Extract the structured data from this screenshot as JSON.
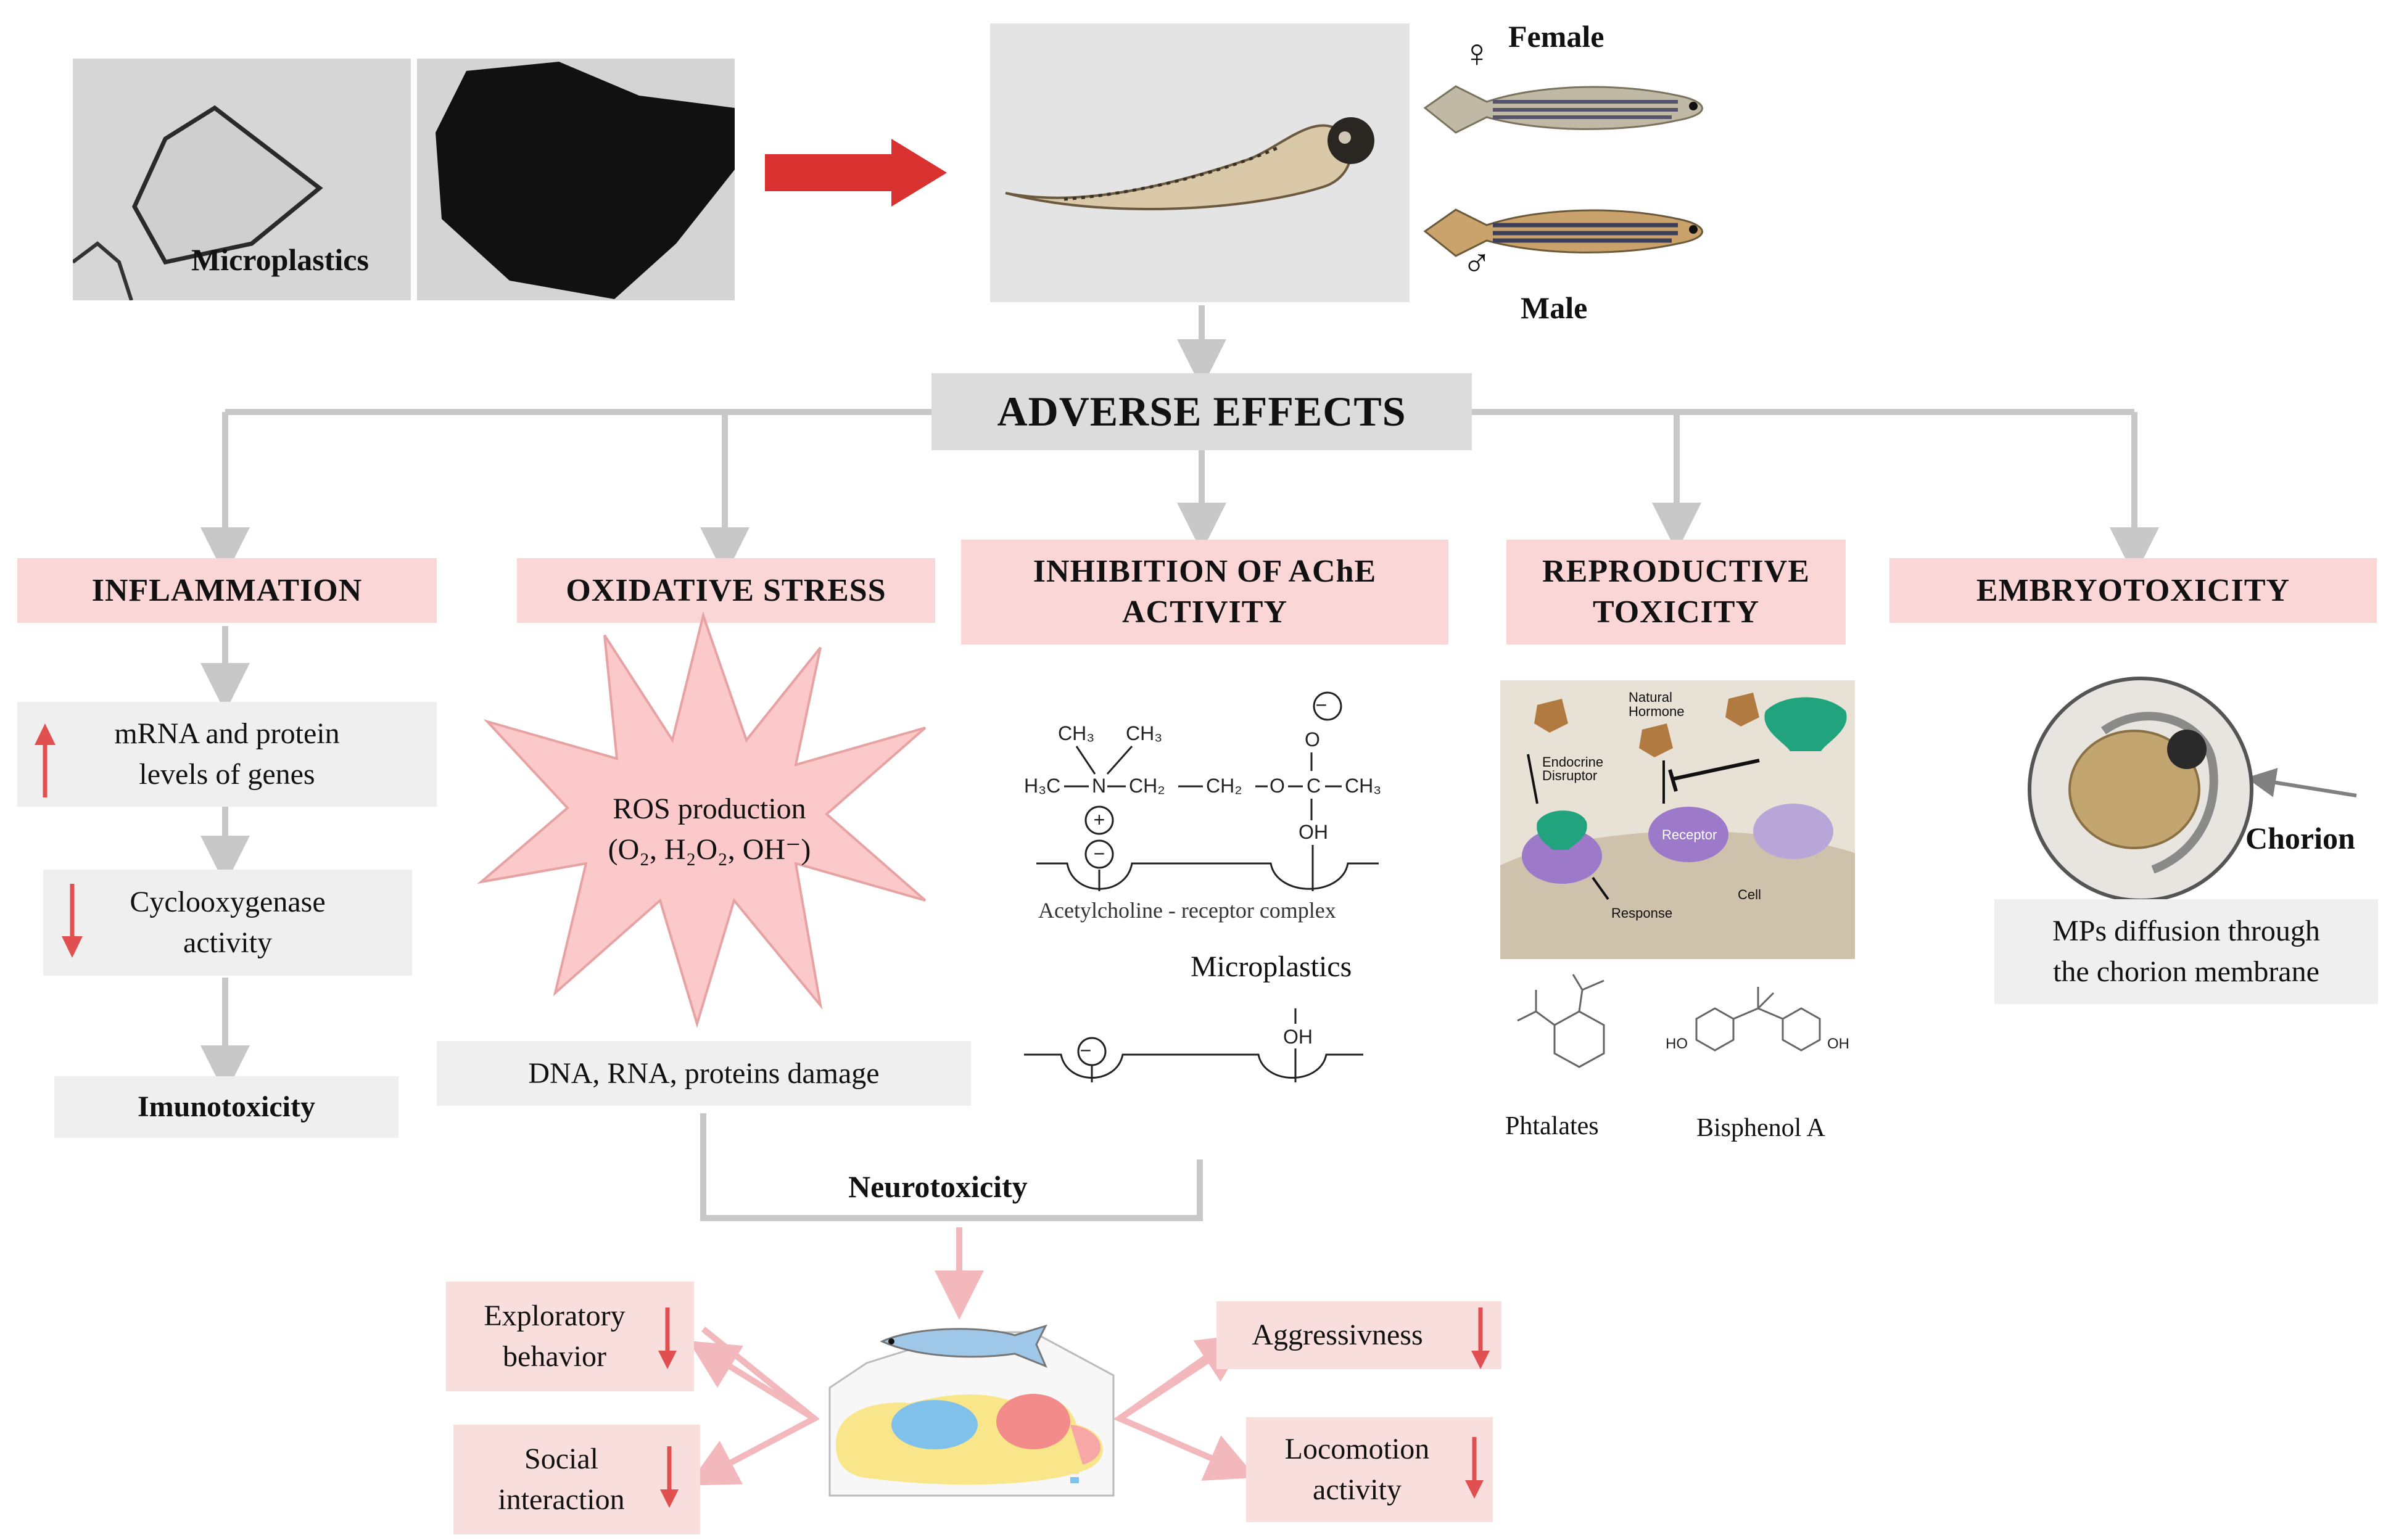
{
  "top": {
    "microplastics_label": "Microplastics",
    "female_label": "Female",
    "male_label": "Male"
  },
  "adverse_effects": "ADVERSE EFFECTS",
  "categories": {
    "inflammation": "INFLAMMATION",
    "oxidative_stress": "OXIDATIVE  STRESS",
    "ache_line1": "INHIBITION  OF AChE",
    "ache_line2": "ACTIVITY",
    "repro_line1": "REPRODUCTIVE",
    "repro_line2": "TOXICITY",
    "embryotoxicity": "EMBRYOTOXICITY"
  },
  "inflammation": {
    "mrna_line1": "mRNA and protein",
    "mrna_line2": "levels of genes",
    "cox_line1": "Cyclooxygenase",
    "cox_line2": "activity",
    "immunotoxicity": "Imunotoxicity"
  },
  "oxidative": {
    "ros_line1": "ROS production",
    "ros_line2": "(O₂, H₂O₂, OH⁻)",
    "damage": "DNA, RNA, proteins damage"
  },
  "ache": {
    "complex_caption": "Acetylcholine - receptor complex",
    "microplastics": "Microplastics",
    "chem": {
      "ch3_a": "CH₃",
      "ch3_b": "CH₃",
      "h3c": "H₃C",
      "n": "N",
      "ch2_1": "CH₂",
      "ch2_2": "CH₂",
      "o": "O",
      "c": "C",
      "ch3_c": "CH₃",
      "o_top": "O",
      "oh": "OH",
      "oh2": "OH",
      "plus": "+",
      "minus": "−"
    }
  },
  "reproductive": {
    "natural_hormone_1": "Natural",
    "natural_hormone_2": "Hormone",
    "endocrine_1": "Endocrine",
    "endocrine_2": "Disruptor",
    "receptor": "Receptor",
    "response": "Response",
    "cell": "Cell",
    "phthalates": "Phtalates",
    "bisphenol": "Bisphenol A",
    "ho": "HO",
    "oh": "OH"
  },
  "embryo": {
    "chorion": "Chorion",
    "diffusion_line1": "MPs diffusion through",
    "diffusion_line2": "the chorion membrane"
  },
  "neuro": {
    "title": "Neurotoxicity",
    "exploratory_1": "Exploratory",
    "exploratory_2": "behavior",
    "social_1": "Social",
    "social_2": "interaction",
    "aggressiveness": "Aggressivness",
    "locomotion_1": "Locomotion",
    "locomotion_2": "activity"
  },
  "colors": {
    "pink_box": "#fbd6d6",
    "gray_box": "#efefef",
    "connector": "#c8c8c8",
    "red_arrow": "#d93030",
    "down_arrow": "#e05050"
  }
}
